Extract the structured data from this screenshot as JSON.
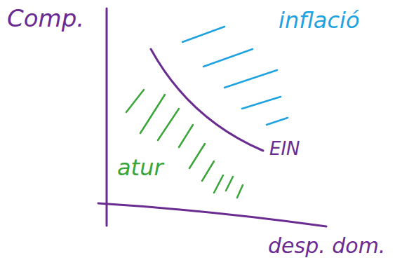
{
  "diagram": {
    "labels": [
      "Comp.",
      "inflació",
      "atur",
      "EIN",
      "desp. dom."
    ]
  }
}
